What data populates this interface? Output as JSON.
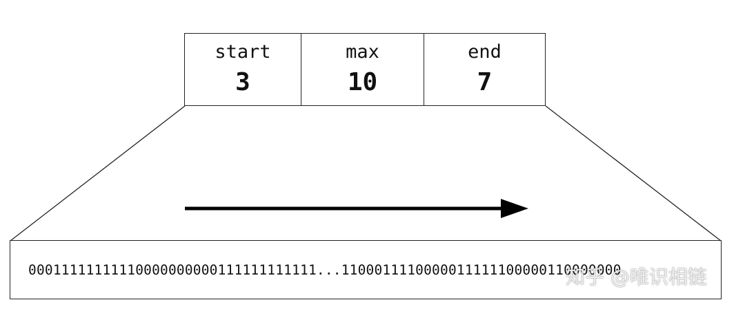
{
  "header": {
    "start": {
      "label": "start",
      "value": "3"
    },
    "max": {
      "label": "max",
      "value": "10"
    },
    "end": {
      "label": "end",
      "value": "7"
    }
  },
  "bitmap": {
    "text": "00011111111110000000000111111111111...1100011110000011111100000110000000"
  },
  "arrow": {
    "direction": "right",
    "color": "#000000"
  },
  "watermark": {
    "text": "知乎 @唯识相链"
  }
}
